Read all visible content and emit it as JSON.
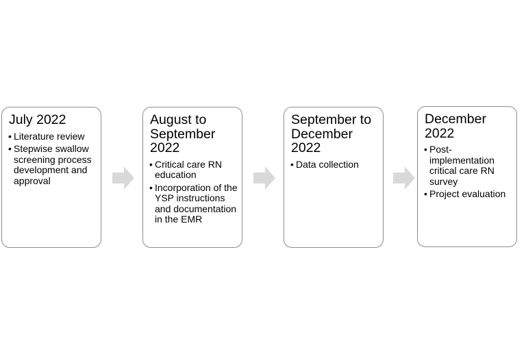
{
  "stages": [
    {
      "title": "July 2022",
      "items": [
        "Literature review",
        "Stepwise swallow screening process development and approval"
      ]
    },
    {
      "title": "August to September 2022",
      "items": [
        "Critical care RN education",
        "Incorporation of the YSP instructions and documentation in the EMR"
      ]
    },
    {
      "title": "September to December 2022",
      "items": [
        "Data collection"
      ]
    },
    {
      "title": "December 2022",
      "items": [
        "Post-implementation critical care RN survey",
        "Project evaluation"
      ]
    }
  ],
  "colors": {
    "box_border": "#8c8c8c",
    "arrow_fill": "#d9d9d9",
    "text": "#000000"
  },
  "arrow_icon": "chevron-right-arrow-icon"
}
